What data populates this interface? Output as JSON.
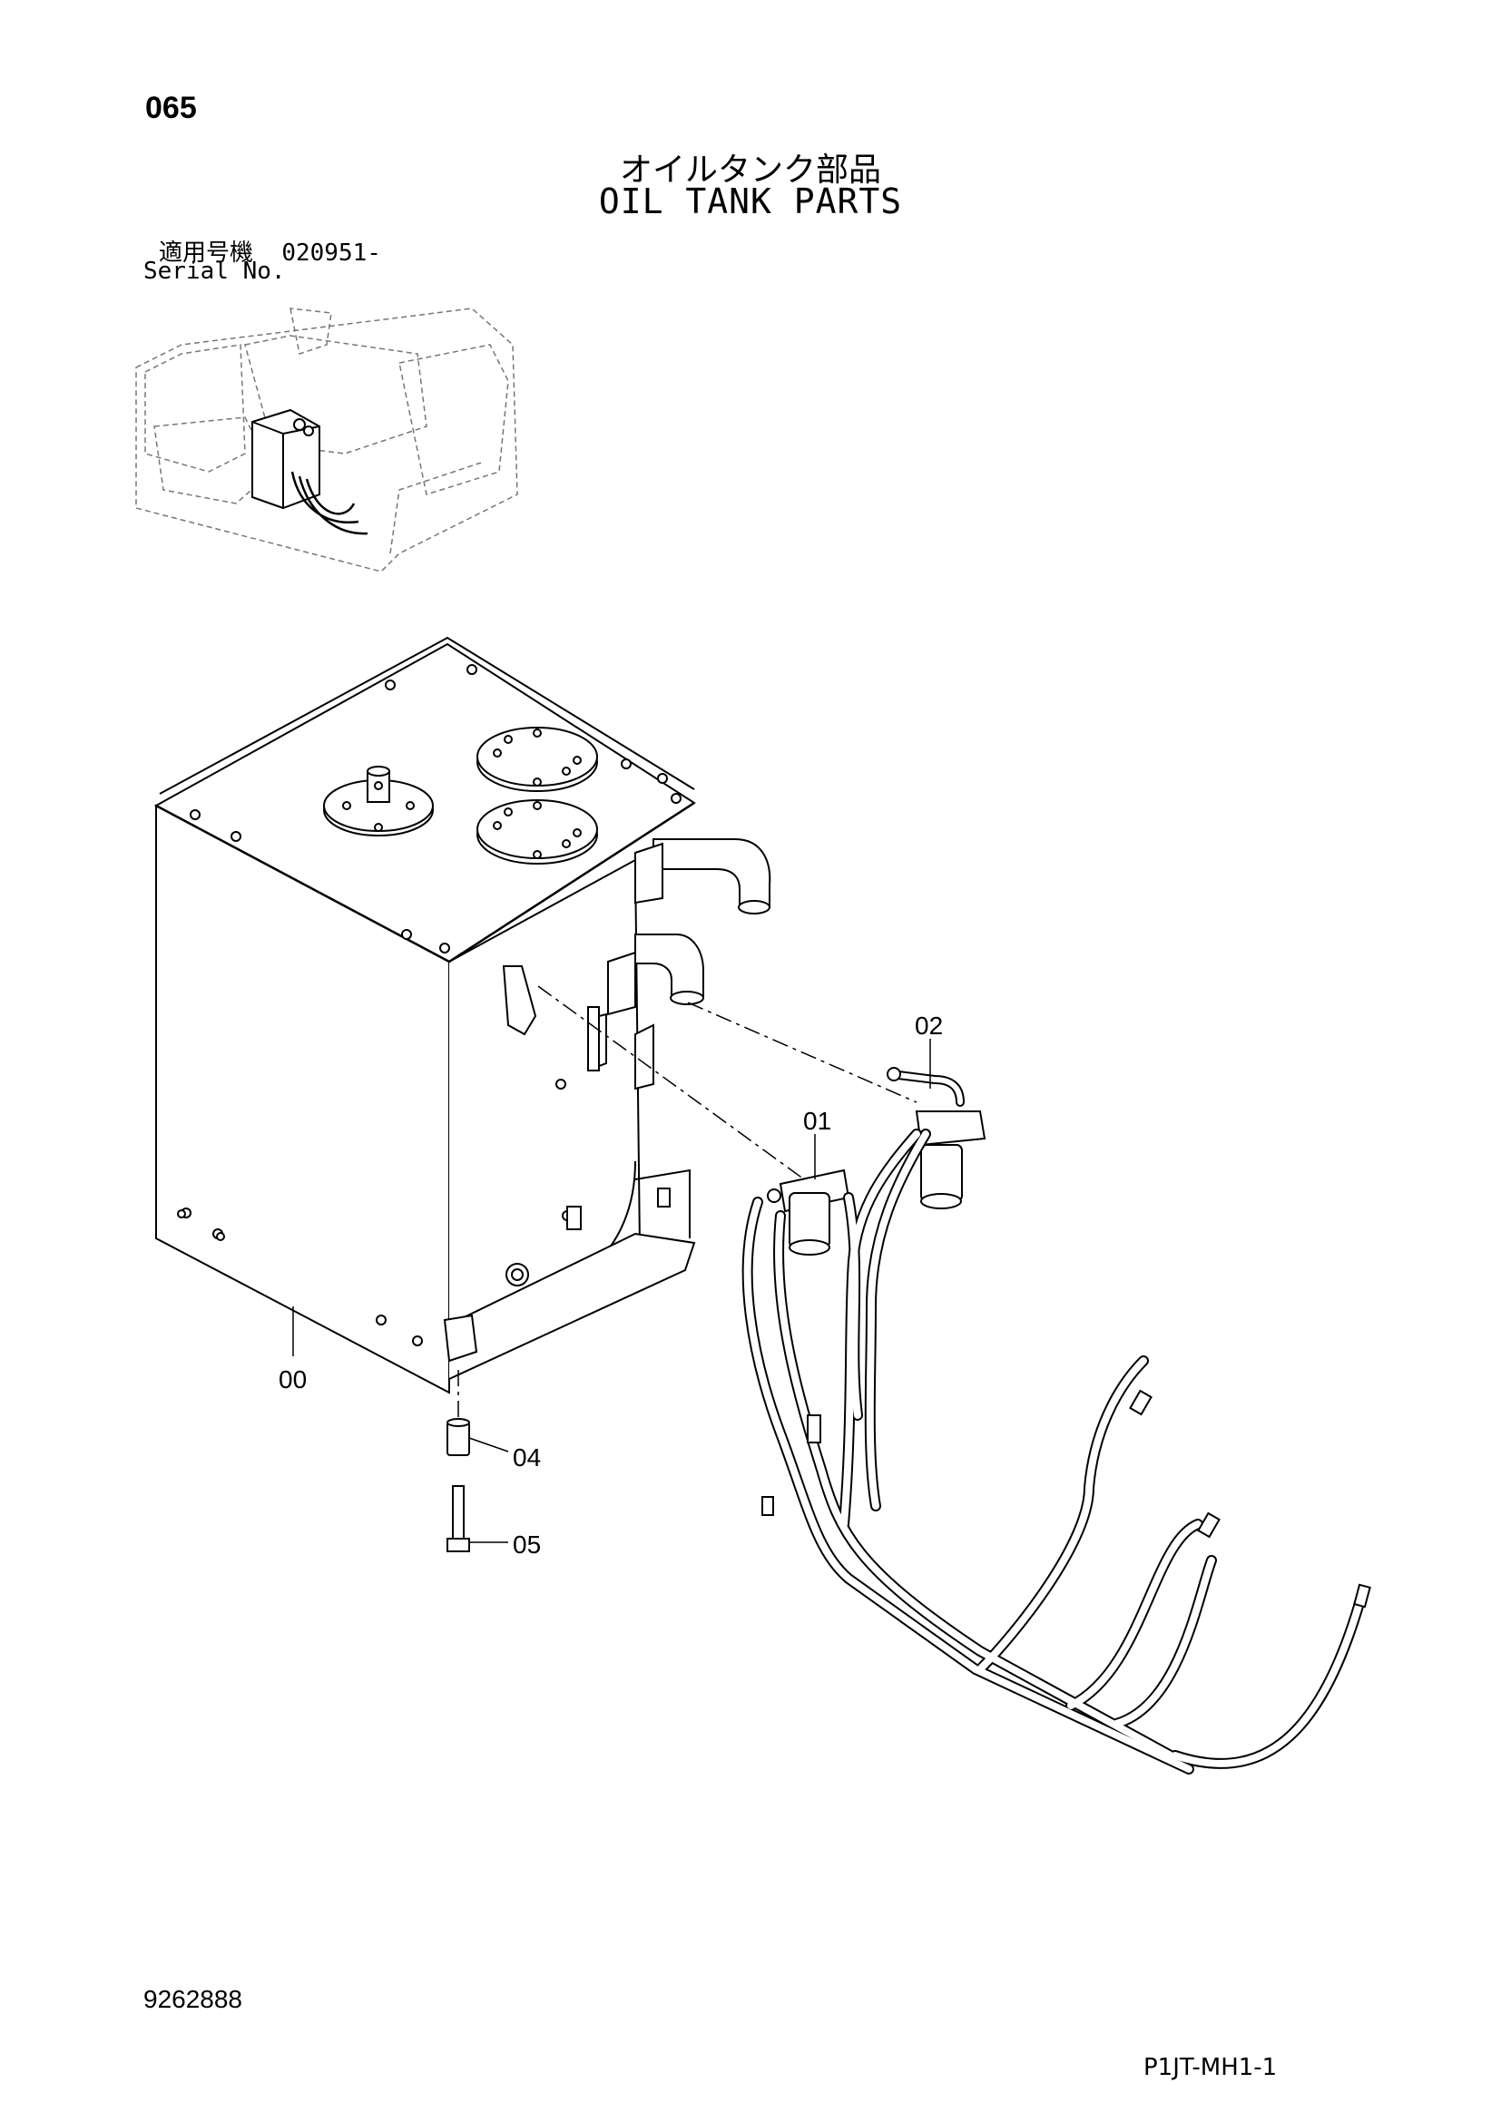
{
  "page": {
    "page_number": "065",
    "title_jp": "オイルタンク部品",
    "title_en": "OIL TANK PARTS",
    "serial_label_jp": "適用号機",
    "serial_from": "020951-",
    "serial_label_en": "Serial No.",
    "document_number": "9262888",
    "figure_code": "P1JT-MH1-1"
  },
  "callouts": [
    {
      "id": "00",
      "label": "00"
    },
    {
      "id": "01",
      "label": "01"
    },
    {
      "id": "02",
      "label": "02"
    },
    {
      "id": "04",
      "label": "04"
    },
    {
      "id": "05",
      "label": "05"
    }
  ]
}
